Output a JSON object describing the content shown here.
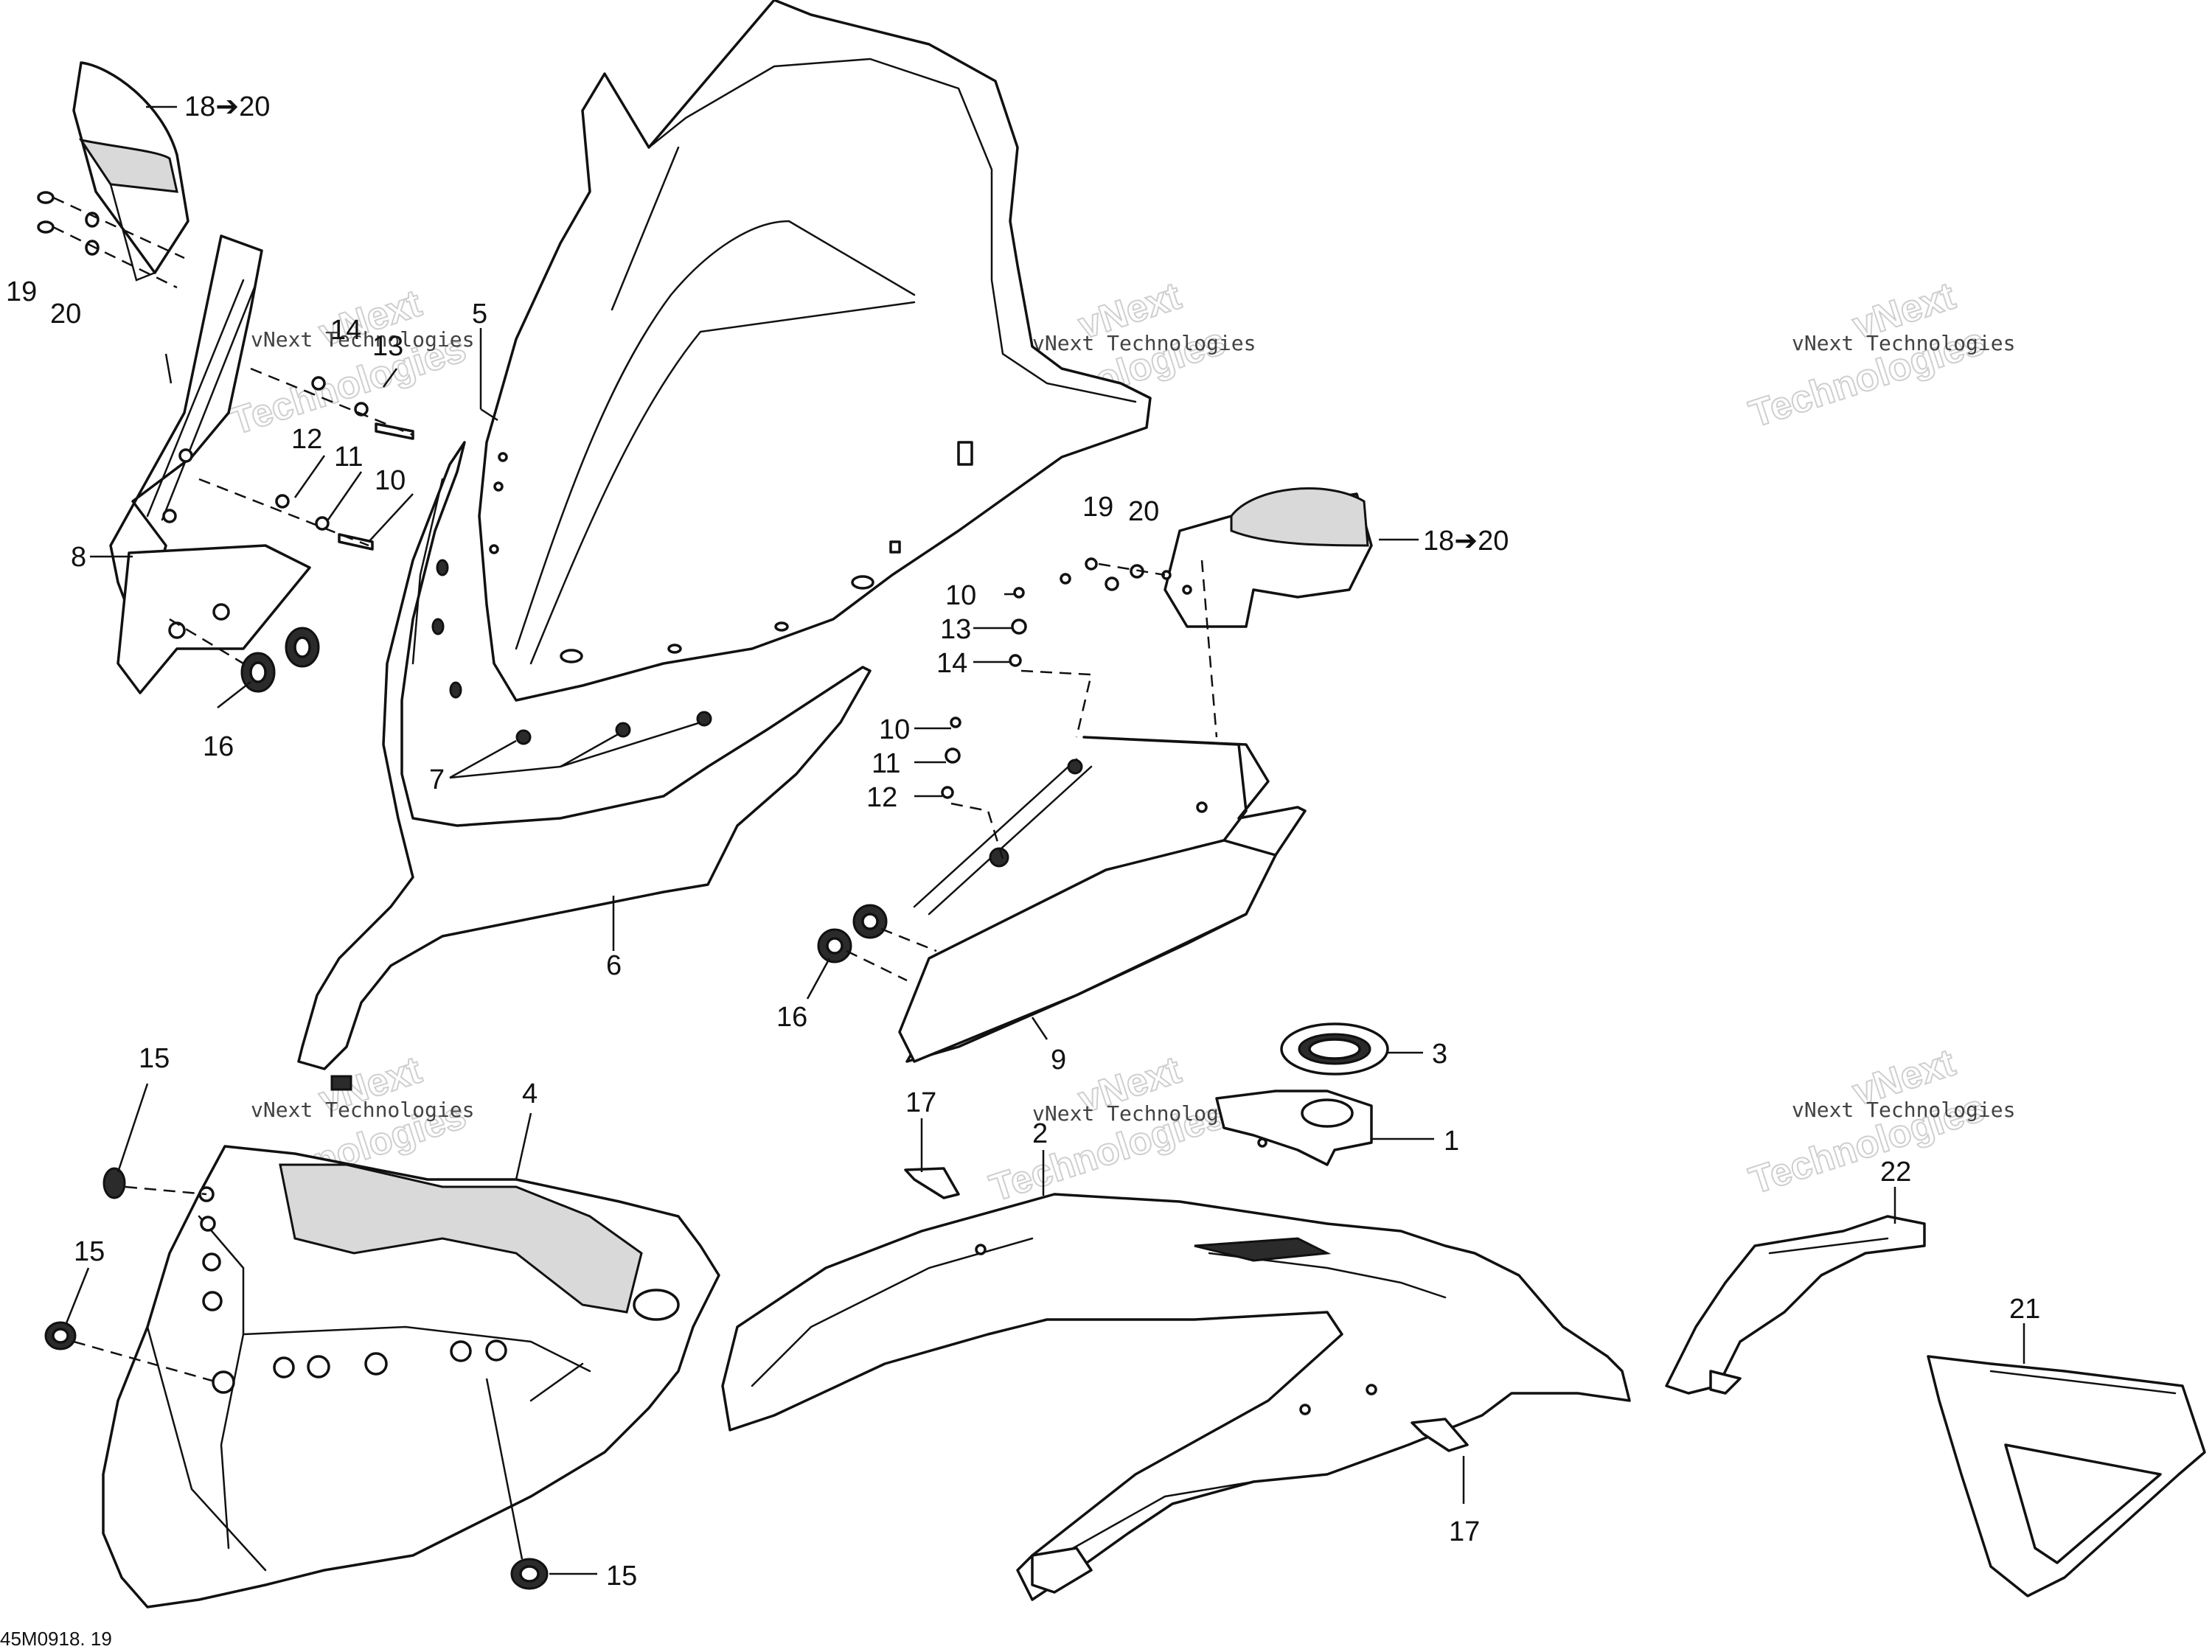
{
  "callouts": {
    "c18_20_top": "18➔20",
    "c19_left": "19",
    "c20_left": "20",
    "c14_left": "14",
    "c13_left": "13",
    "c5": "5",
    "c12_left": "12",
    "c11_left": "11",
    "c10_left": "10",
    "c8": "8",
    "c16_left": "16",
    "c7": "7",
    "c6": "6",
    "c19_right": "19",
    "c20_right": "20",
    "c18_20_right": "18➔20",
    "c10_right_a": "10",
    "c13_right": "13",
    "c14_right": "14",
    "c10_right_b": "10",
    "c11_right": "11",
    "c12_right": "12",
    "c16_right": "16",
    "c9": "9",
    "c3": "3",
    "c1": "1",
    "c15_top": "15",
    "c4": "4",
    "c15_mid": "15",
    "c15_bottom": "15",
    "c17_left": "17",
    "c2": "2",
    "c17_right": "17",
    "c22": "22",
    "c21": "21"
  },
  "watermarks": {
    "line1": "vNext",
    "line2": "Technologies",
    "caption": "vNext Technologies"
  },
  "figure_ref": "45M0918. 19"
}
